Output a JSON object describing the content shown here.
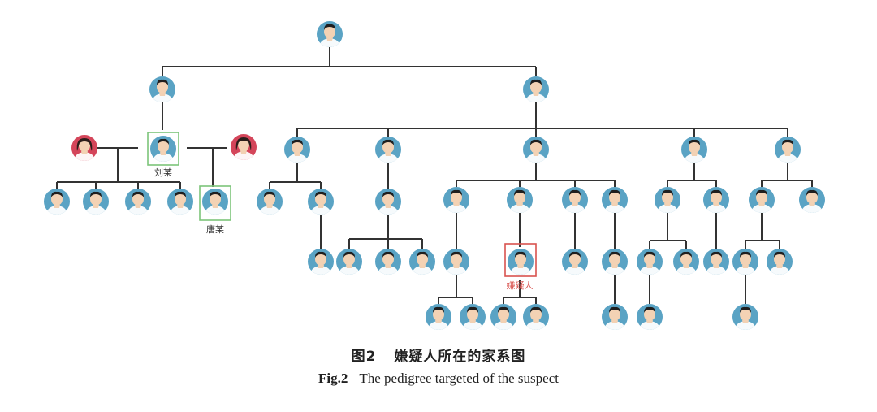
{
  "labels": {
    "liu": "刘某",
    "tang": "唐某",
    "suspect": "嫌疑人"
  },
  "caption": {
    "cn_number": "图2",
    "cn_title": "嫌疑人所在的家系图",
    "en_number": "Fig.2",
    "en_title": "The pedigree targeted of the suspect"
  },
  "colors": {
    "male_face": "#5aa3c4",
    "female_face": "#d4455a",
    "line": "#333333",
    "highlight_green": "#7cc47a",
    "highlight_red": "#d9534f"
  }
}
